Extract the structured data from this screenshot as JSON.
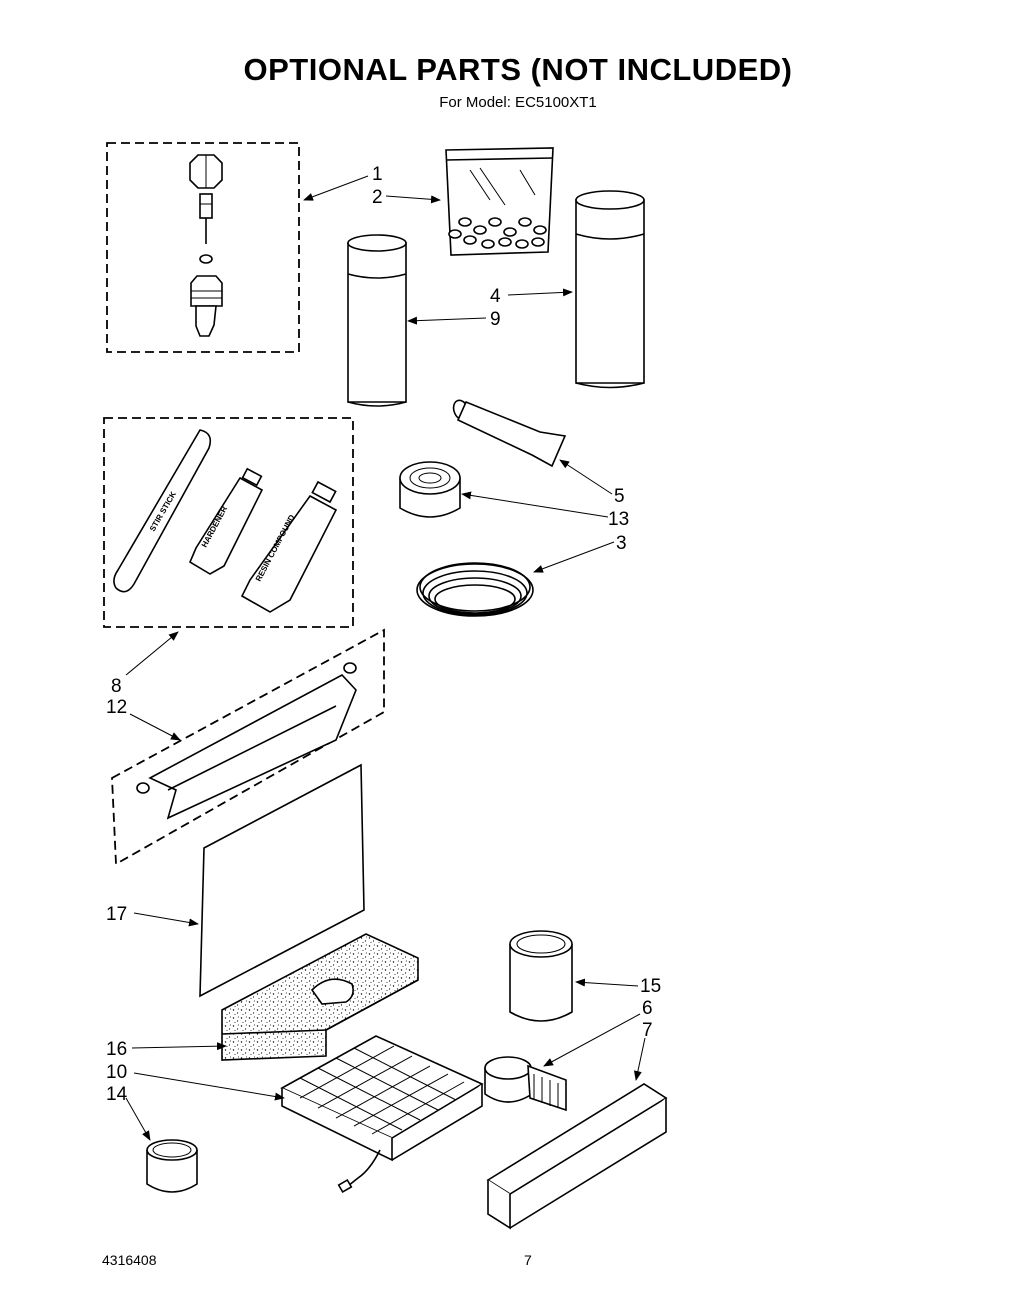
{
  "header": {
    "title": "OPTIONAL PARTS (NOT INCLUDED)",
    "subtitle": "For Model: EC5100XT1"
  },
  "footer": {
    "document_number": "4316408",
    "page_number": "7"
  },
  "part_labels": {
    "stir_stick": "STIR STICK",
    "hardener": "HARDENER",
    "resin_compound": "RESIN COMPOUND"
  },
  "callouts": {
    "c1": "1",
    "c2": "2",
    "c3": "3",
    "c4": "4",
    "c5": "5",
    "c6": "6",
    "c7": "7",
    "c8": "8",
    "c9": "9",
    "c10": "10",
    "c12": "12",
    "c13": "13",
    "c14": "14",
    "c15": "15",
    "c16": "16",
    "c17": "17"
  }
}
